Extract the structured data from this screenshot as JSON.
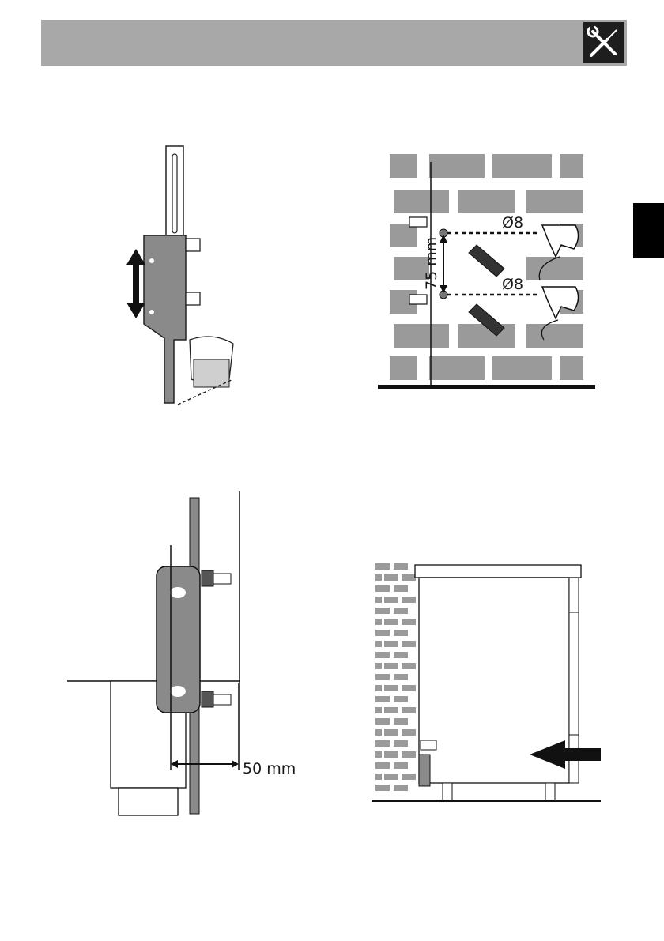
{
  "header": {
    "icon": "tools-icon",
    "bar_color": "#a8a8a8",
    "icon_bg": "#1e1e1e"
  },
  "side_tab": {
    "color": "#000000"
  },
  "figures": {
    "drill": {
      "diameter_top": "Ø8",
      "diameter_bottom": "Ø8",
      "spacing": "75 mm"
    },
    "distance": {
      "label": "50 mm"
    }
  },
  "colors": {
    "brick": "#9a9a9a",
    "bracket": "#8a8a8a",
    "line": "#111111"
  }
}
